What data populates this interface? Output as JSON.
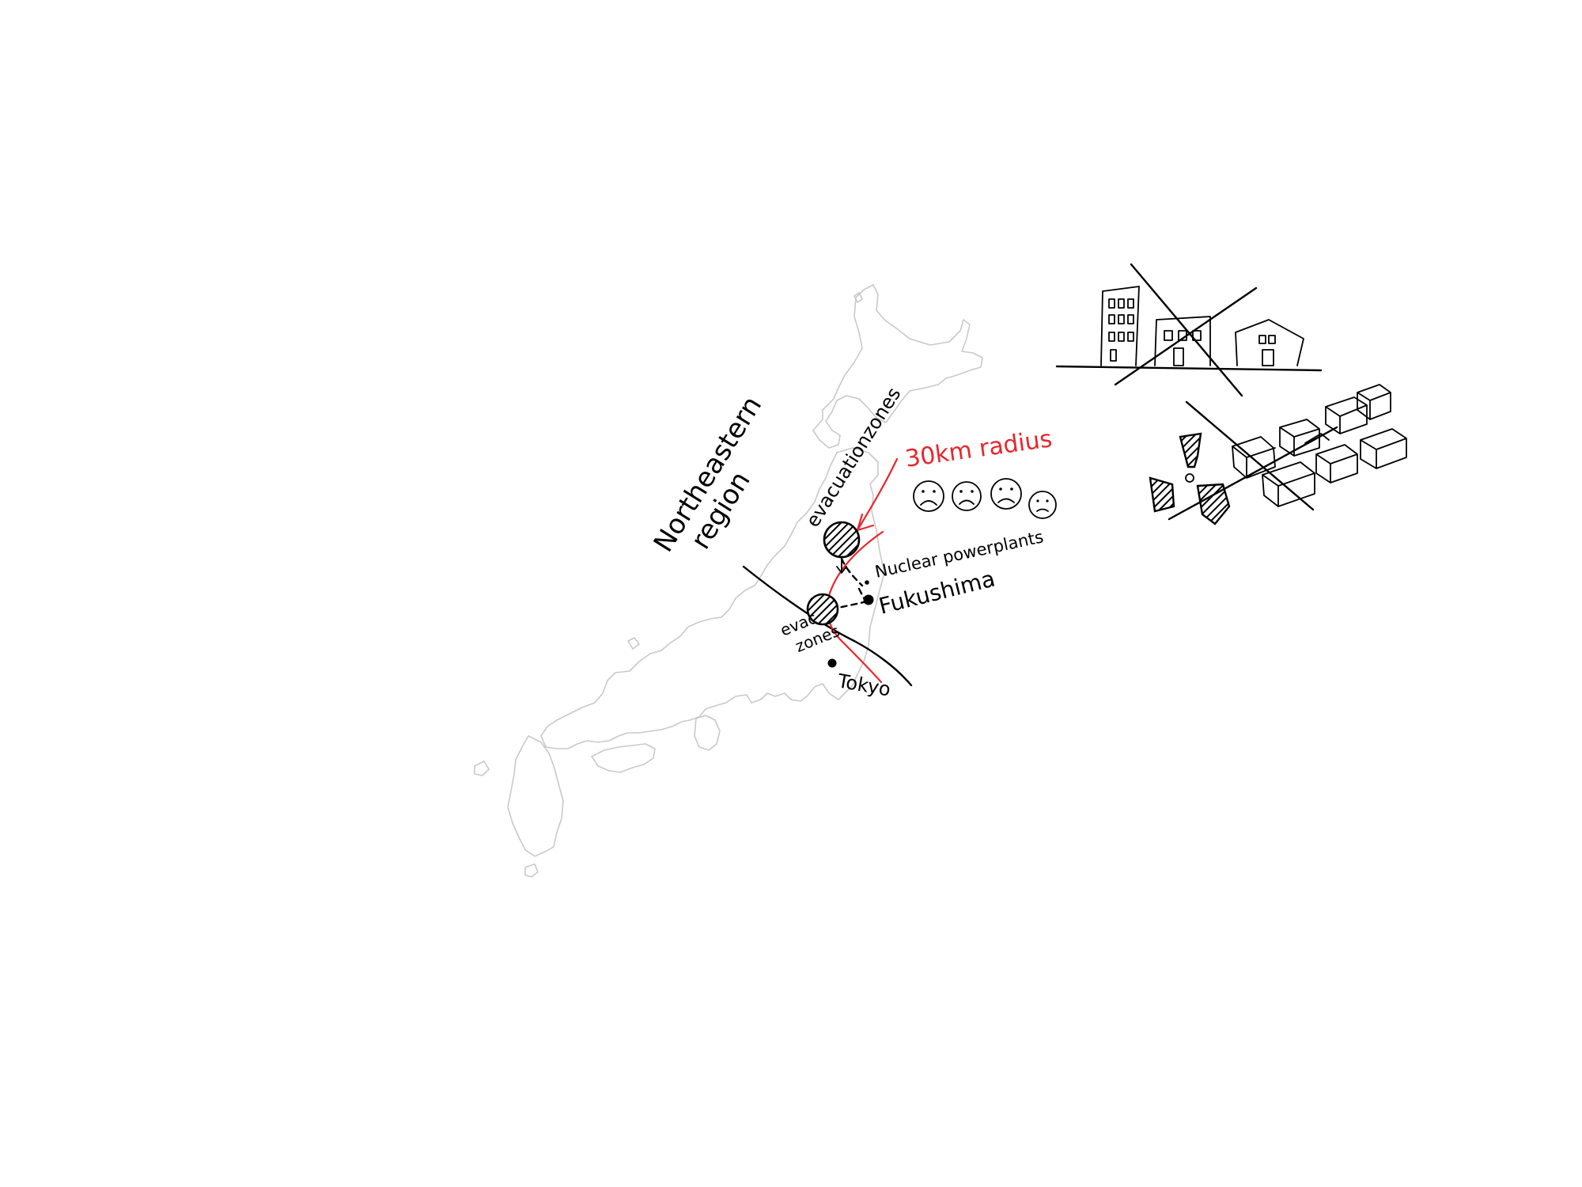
{
  "labels": {
    "region": "Northeastern\nregion",
    "evac_north": "evacuationzones",
    "radius": "30km radius",
    "nuclear": "Nuclear powerplants",
    "fukushima": "Fukushima",
    "evac_south": "evac\nzones",
    "tokyo": "Tokyo"
  },
  "colors": {
    "ink": "#000000",
    "accent": "#e8262c",
    "map_outline": "#c9c9c9",
    "background": "#ffffff"
  },
  "icons": [
    "sad-face-icon",
    "collapsed-building-icon",
    "radiation-icon",
    "destroyed-houses-icon"
  ]
}
